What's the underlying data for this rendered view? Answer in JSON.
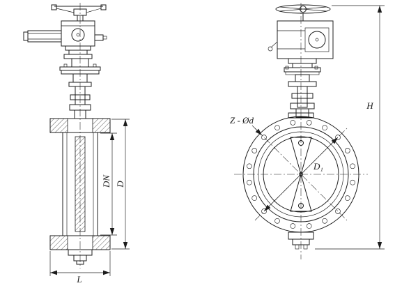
{
  "labels": {
    "dn": "DN",
    "d": "D",
    "l": "L",
    "z_od": "Z - Ød",
    "d1": "D₁",
    "h": "H"
  },
  "colors": {
    "line": "#1c1c1c",
    "background": "#ffffff"
  }
}
